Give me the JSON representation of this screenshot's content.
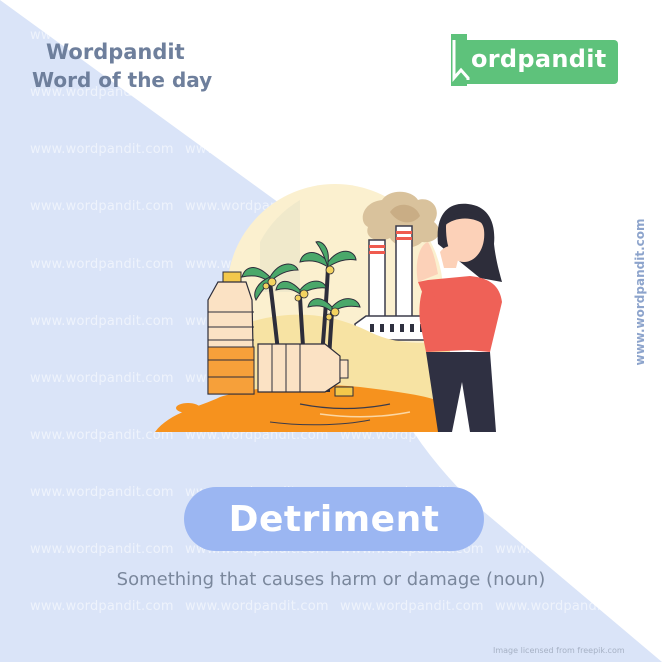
{
  "header": {
    "brand_name": "Wordpandit",
    "subtitle": "Word of the day"
  },
  "logo": {
    "text": "ordpandit",
    "initial_icon": "bookmark-w-icon",
    "color": "#5ec27b"
  },
  "watermark": {
    "text": "www.wordpandit.com"
  },
  "side_url": "www.wordpandit.com",
  "illustration": {
    "description": "woman covering mouth in distress near spilled oil bottles, palm trees and a smoking factory",
    "icons": [
      "oil-bottle-icon",
      "palm-tree-icon",
      "factory-chimney-icon",
      "smoke-icon",
      "woman-figure-icon",
      "oil-spill-icon"
    ]
  },
  "word": {
    "term": "Detriment",
    "definition": "Something that causes harm or damage (noun)"
  },
  "credit": "Image licensed from freepik.com",
  "colors": {
    "background_blue": "#dae4f8",
    "pill_blue": "#9bb6f2",
    "title_text": "#6e7f9c",
    "definition_text": "#7a879c",
    "logo_green": "#5ec27b"
  }
}
